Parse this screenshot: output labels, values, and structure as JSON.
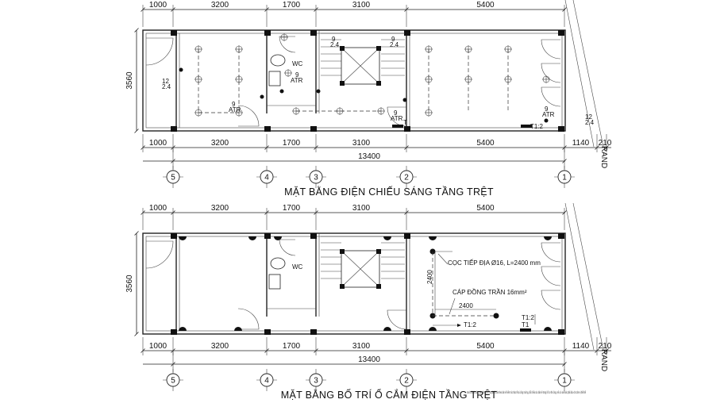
{
  "plans": [
    {
      "title": "MẶT BẰNG ĐIỆN CHIẾU SÁNG TẦNG TRỆT",
      "top_dims": [
        "1000",
        "3200",
        "1700",
        "3100",
        "5400"
      ],
      "bottom_dims": [
        "1000",
        "3200",
        "1700",
        "3100",
        "5400",
        "1140",
        "210"
      ],
      "total_dim": "13400",
      "height_dim": "3560",
      "grid_labels": [
        "5",
        "4",
        "3",
        "2",
        "1"
      ],
      "room_label": "WC",
      "ramp_label": "RAND",
      "annotations": [
        "12",
        "2.4",
        "9",
        "ATR",
        "9",
        "2.4",
        "9",
        "2.4",
        "9",
        "ATR",
        "9",
        "ATR",
        "9",
        "ATR",
        "T",
        "12",
        "2.4",
        "T1:2"
      ]
    },
    {
      "title": "MẶT BẰNG BỐ TRÍ Ổ CẮM ĐIỆN TẦNG TRỆT",
      "top_dims": [
        "1000",
        "3200",
        "1700",
        "3100",
        "5400"
      ],
      "bottom_dims": [
        "1000",
        "3200",
        "1700",
        "3100",
        "5400",
        "1140",
        "210"
      ],
      "total_dim": "13400",
      "height_dim": "3560",
      "grid_labels": [
        "5",
        "4",
        "3",
        "2",
        "1"
      ],
      "room_label": "WC",
      "ramp_label": "RAND",
      "grounding_note": "CỌC TIẾP ĐỊA Ø16, L=2400 mm",
      "cable_note": "CÁP ĐỒNG TRẦN 16mm²",
      "grounding_dims": [
        "2400",
        "2400"
      ],
      "panel_labels": [
        "T1:2",
        "T1:2",
        "T1"
      ],
      "footnote": "Nước khi thi công, xác định vị trí công tắc ổ cắm theo bản vẽ kiến trúc thực tế tại công trường, đổi chiều các bản vẽ trong hồ sơ thi công, nếu có sai khác phải báo cho đơn vị thiết kế"
    }
  ]
}
